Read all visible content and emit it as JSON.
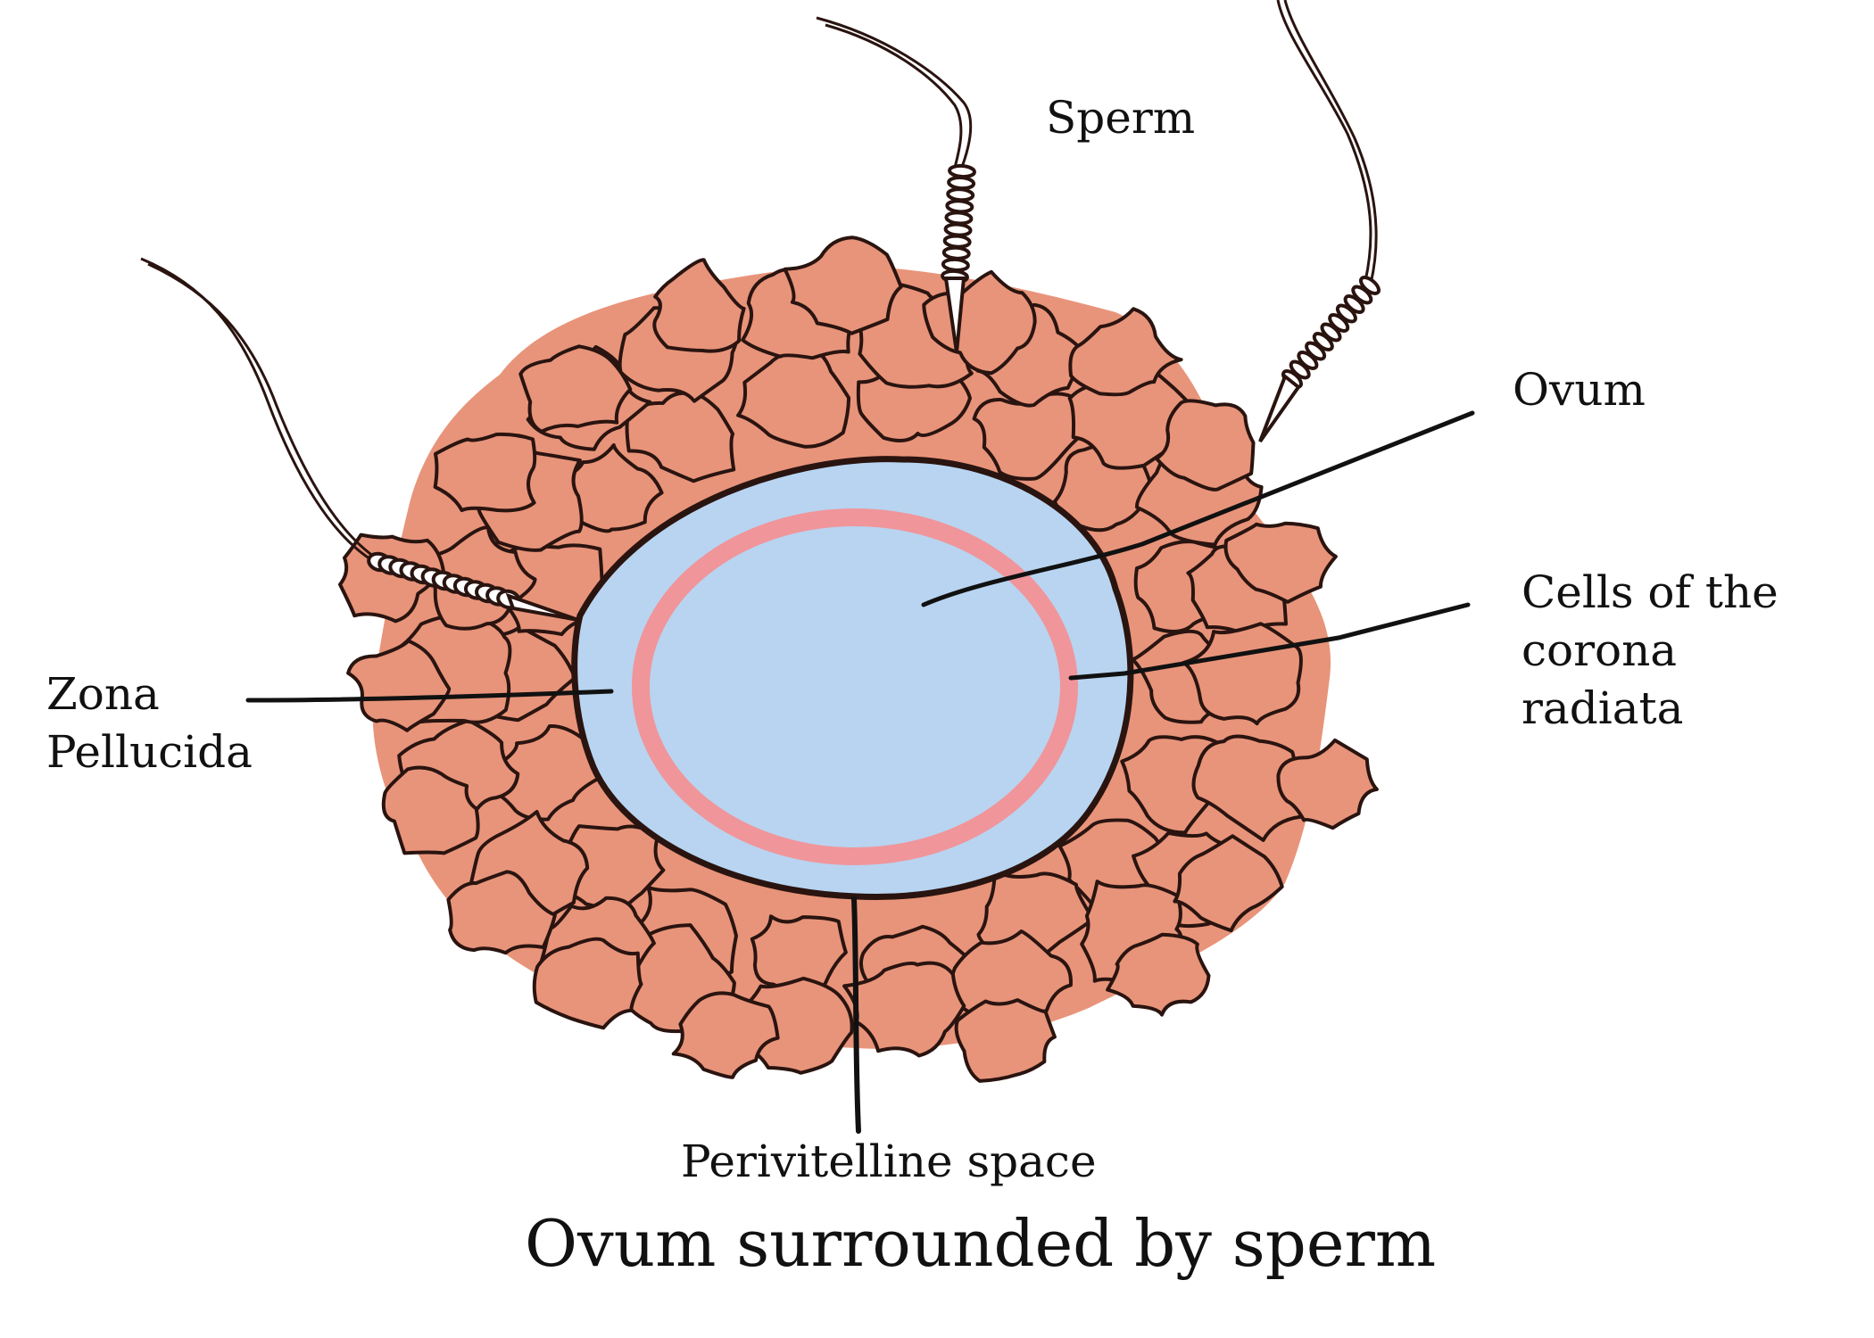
{
  "title": "Ovum surrounded by sperm",
  "labels": {
    "sperm": "Sperm",
    "ovum": "Ovum",
    "corona": [
      "Cells of the",
      "corona",
      "radiata"
    ],
    "zona": [
      "Zona",
      "Pellucida"
    ],
    "perivitelline": "Perivitelline space"
  },
  "colors": {
    "corona_cells": "#E8947A",
    "zona_pellucida": "#B8D4F0",
    "ovum_membrane": "#F0959A",
    "outline": "#2A1410",
    "text": "#111111"
  },
  "structures": [
    {
      "name": "Sperm",
      "count": 3
    },
    {
      "name": "Ovum"
    },
    {
      "name": "Zona Pellucida"
    },
    {
      "name": "Cells of the corona radiata"
    },
    {
      "name": "Perivitelline space"
    }
  ]
}
